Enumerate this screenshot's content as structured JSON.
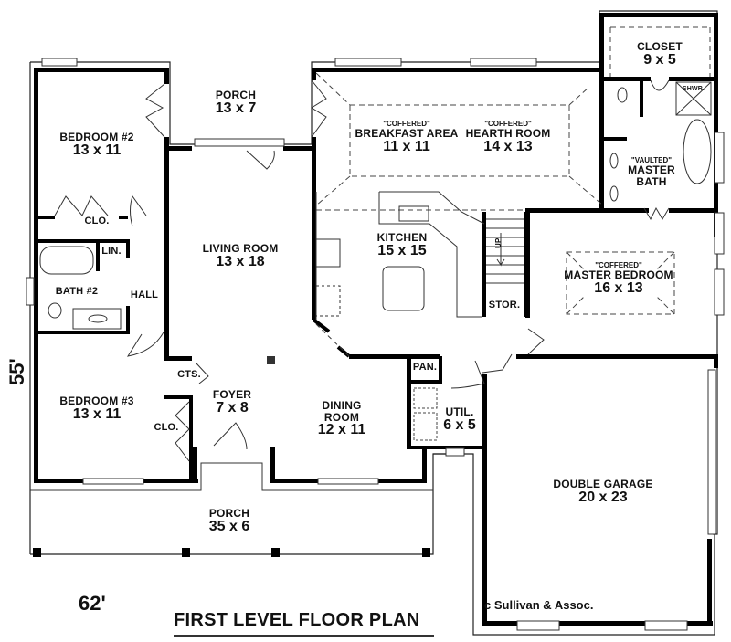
{
  "plan": {
    "title": "FIRST LEVEL FLOOR PLAN",
    "width_dimension": "62'",
    "depth_dimension": "55'",
    "copyright": "c Sullivan & Assoc."
  },
  "rooms": {
    "porch_rear": {
      "name": "PORCH",
      "size": "13 x 7"
    },
    "bedroom2": {
      "name": "BEDROOM #2",
      "size": "13 x 11"
    },
    "closet_bed2": {
      "name": "CLO."
    },
    "linen": {
      "name": "LIN."
    },
    "bath2": {
      "name": "BATH #2"
    },
    "hall": {
      "name": "HALL"
    },
    "living": {
      "name": "LIVING ROOM",
      "size": "13 x 18"
    },
    "breakfast": {
      "note": "\"COFFERED\"",
      "name": "BREAKFAST AREA",
      "size": "11 x 11"
    },
    "hearth": {
      "note": "\"COFFERED\"",
      "name": "HEARTH ROOM",
      "size": "14 x 13"
    },
    "kitchen": {
      "name": "KITCHEN",
      "size": "15 x 15"
    },
    "master_closet": {
      "name": "CLOSET",
      "size": "9 x 5"
    },
    "shower": {
      "name": "SHWR."
    },
    "master_bath": {
      "note": "\"VAULTED\"",
      "name": "MASTER",
      "name2": "BATH"
    },
    "master_bed": {
      "note": "\"COFFERED\"",
      "name": "MASTER BEDROOM",
      "size": "16 x 13"
    },
    "stair_up": {
      "name": "UP"
    },
    "storage": {
      "name": "STOR."
    },
    "pantry": {
      "name": "PAN."
    },
    "coats": {
      "name": "CTS."
    },
    "foyer": {
      "name": "FOYER",
      "size": "7 x 8"
    },
    "dining": {
      "name": "DINING",
      "name2": "ROOM",
      "size": "12 x 11"
    },
    "utility": {
      "name": "UTIL.",
      "size": "6 x 5"
    },
    "bedroom3": {
      "name": "BEDROOM #3",
      "size": "13 x 11"
    },
    "closet_bed3": {
      "name": "CLO."
    },
    "porch_front": {
      "name": "PORCH",
      "size": "35 x 6"
    },
    "garage": {
      "name": "DOUBLE GARAGE",
      "size": "20 x 23"
    }
  }
}
